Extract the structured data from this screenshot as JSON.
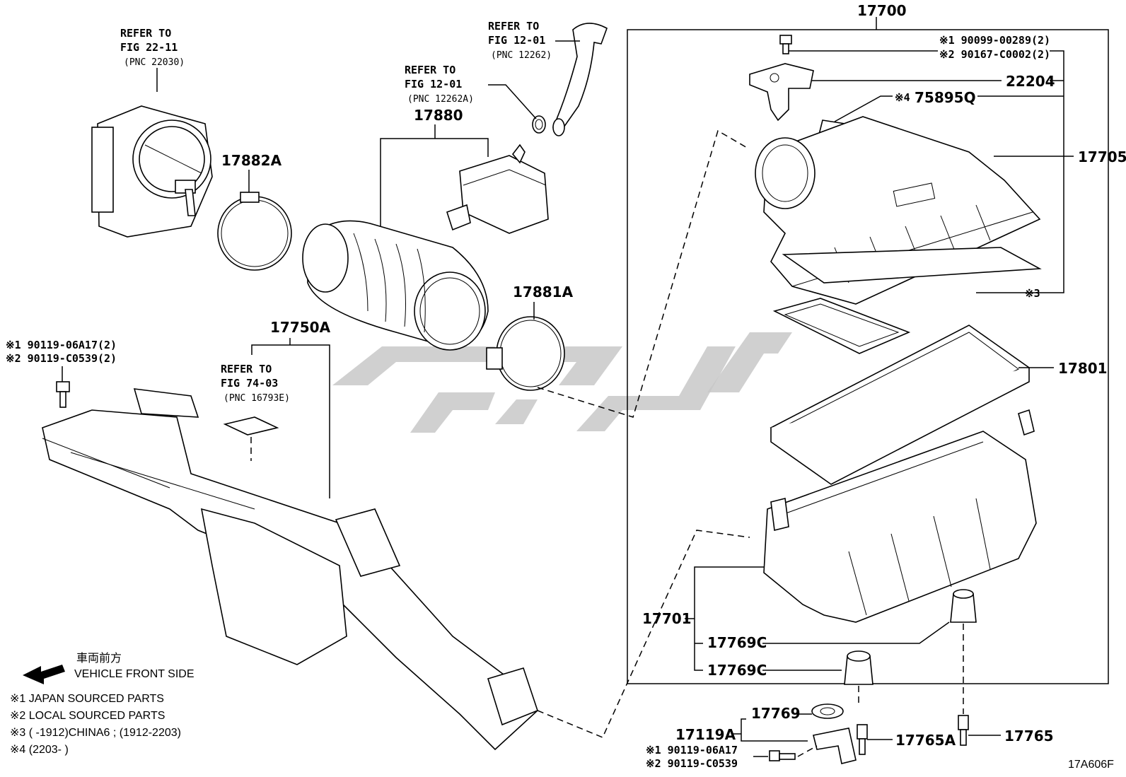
{
  "diagram_code": "17A606F",
  "group_label": "17700",
  "refs": {
    "throttle": {
      "l1": "REFER TO",
      "l2": "FIG 22-11",
      "l3": "(PNC 22030)"
    },
    "hose_top": {
      "l1": "REFER TO",
      "l2": "FIG 12-01",
      "l3": "(PNC 12262)"
    },
    "hose_mid": {
      "l1": "REFER TO",
      "l2": "FIG 12-01",
      "l3": "(PNC 12262A)"
    },
    "duct": {
      "l1": "REFER TO",
      "l2": "FIG 74-03",
      "l3": "(PNC 16793E)"
    }
  },
  "parts": {
    "p17880": "17880",
    "p17882A": "17882A",
    "p17881A": "17881A",
    "p17750A": "17750A",
    "p22204": "22204",
    "p75895Q": "75895Q",
    "p17705": "17705",
    "p17801": "17801",
    "p17701": "17701",
    "p17769C_1": "17769C",
    "p17769C_2": "17769C",
    "p17119A": "17119A",
    "p17769": "17769",
    "p17765A": "17765A",
    "p17765": "17765",
    "mark3": "※3",
    "mark4": "※4"
  },
  "bolts": {
    "left_1": "※1 90119-06A17(2)",
    "left_2": "※2 90119-C0539(2)",
    "top_1": "※1 90099-00289(2)",
    "top_2": "※2 90167-C0002(2)",
    "bottom_1": "※1 90119-06A17",
    "bottom_2": "※2 90119-C0539"
  },
  "legend": {
    "direction_jp": "車両前方",
    "direction_en": "VEHICLE FRONT SIDE",
    "note1": "※1 JAPAN SOURCED PARTS",
    "note2": "※2 LOCAL SOURCED PARTS",
    "note3": "※3 (      -1912)CHINA6 ; (1912-2203)",
    "note4": "※4 (2203-      )"
  }
}
